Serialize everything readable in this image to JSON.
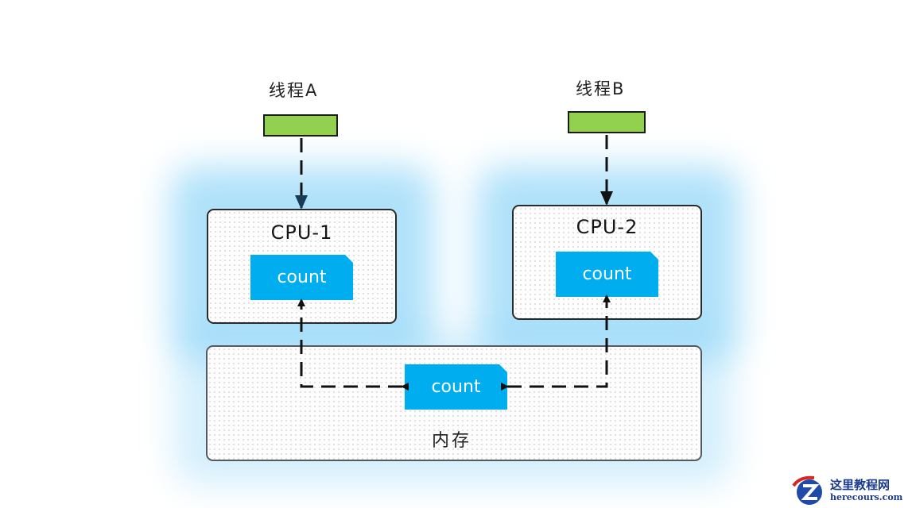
{
  "threads": [
    {
      "label": "线程A",
      "color": "#92d050"
    },
    {
      "label": "线程B",
      "color": "#92d050"
    }
  ],
  "cpus": [
    {
      "title": "CPU-1",
      "variable": "count"
    },
    {
      "title": "CPU-2",
      "variable": "count"
    }
  ],
  "memory": {
    "label": "内存",
    "variable": "count"
  },
  "colors": {
    "variable_fill": "#00adef",
    "glow": "#6ec8f5",
    "thread_bar": "#92d050"
  },
  "watermark": {
    "name": "这里教程网",
    "url": "herecours.com",
    "icon": "z-logo-icon"
  }
}
